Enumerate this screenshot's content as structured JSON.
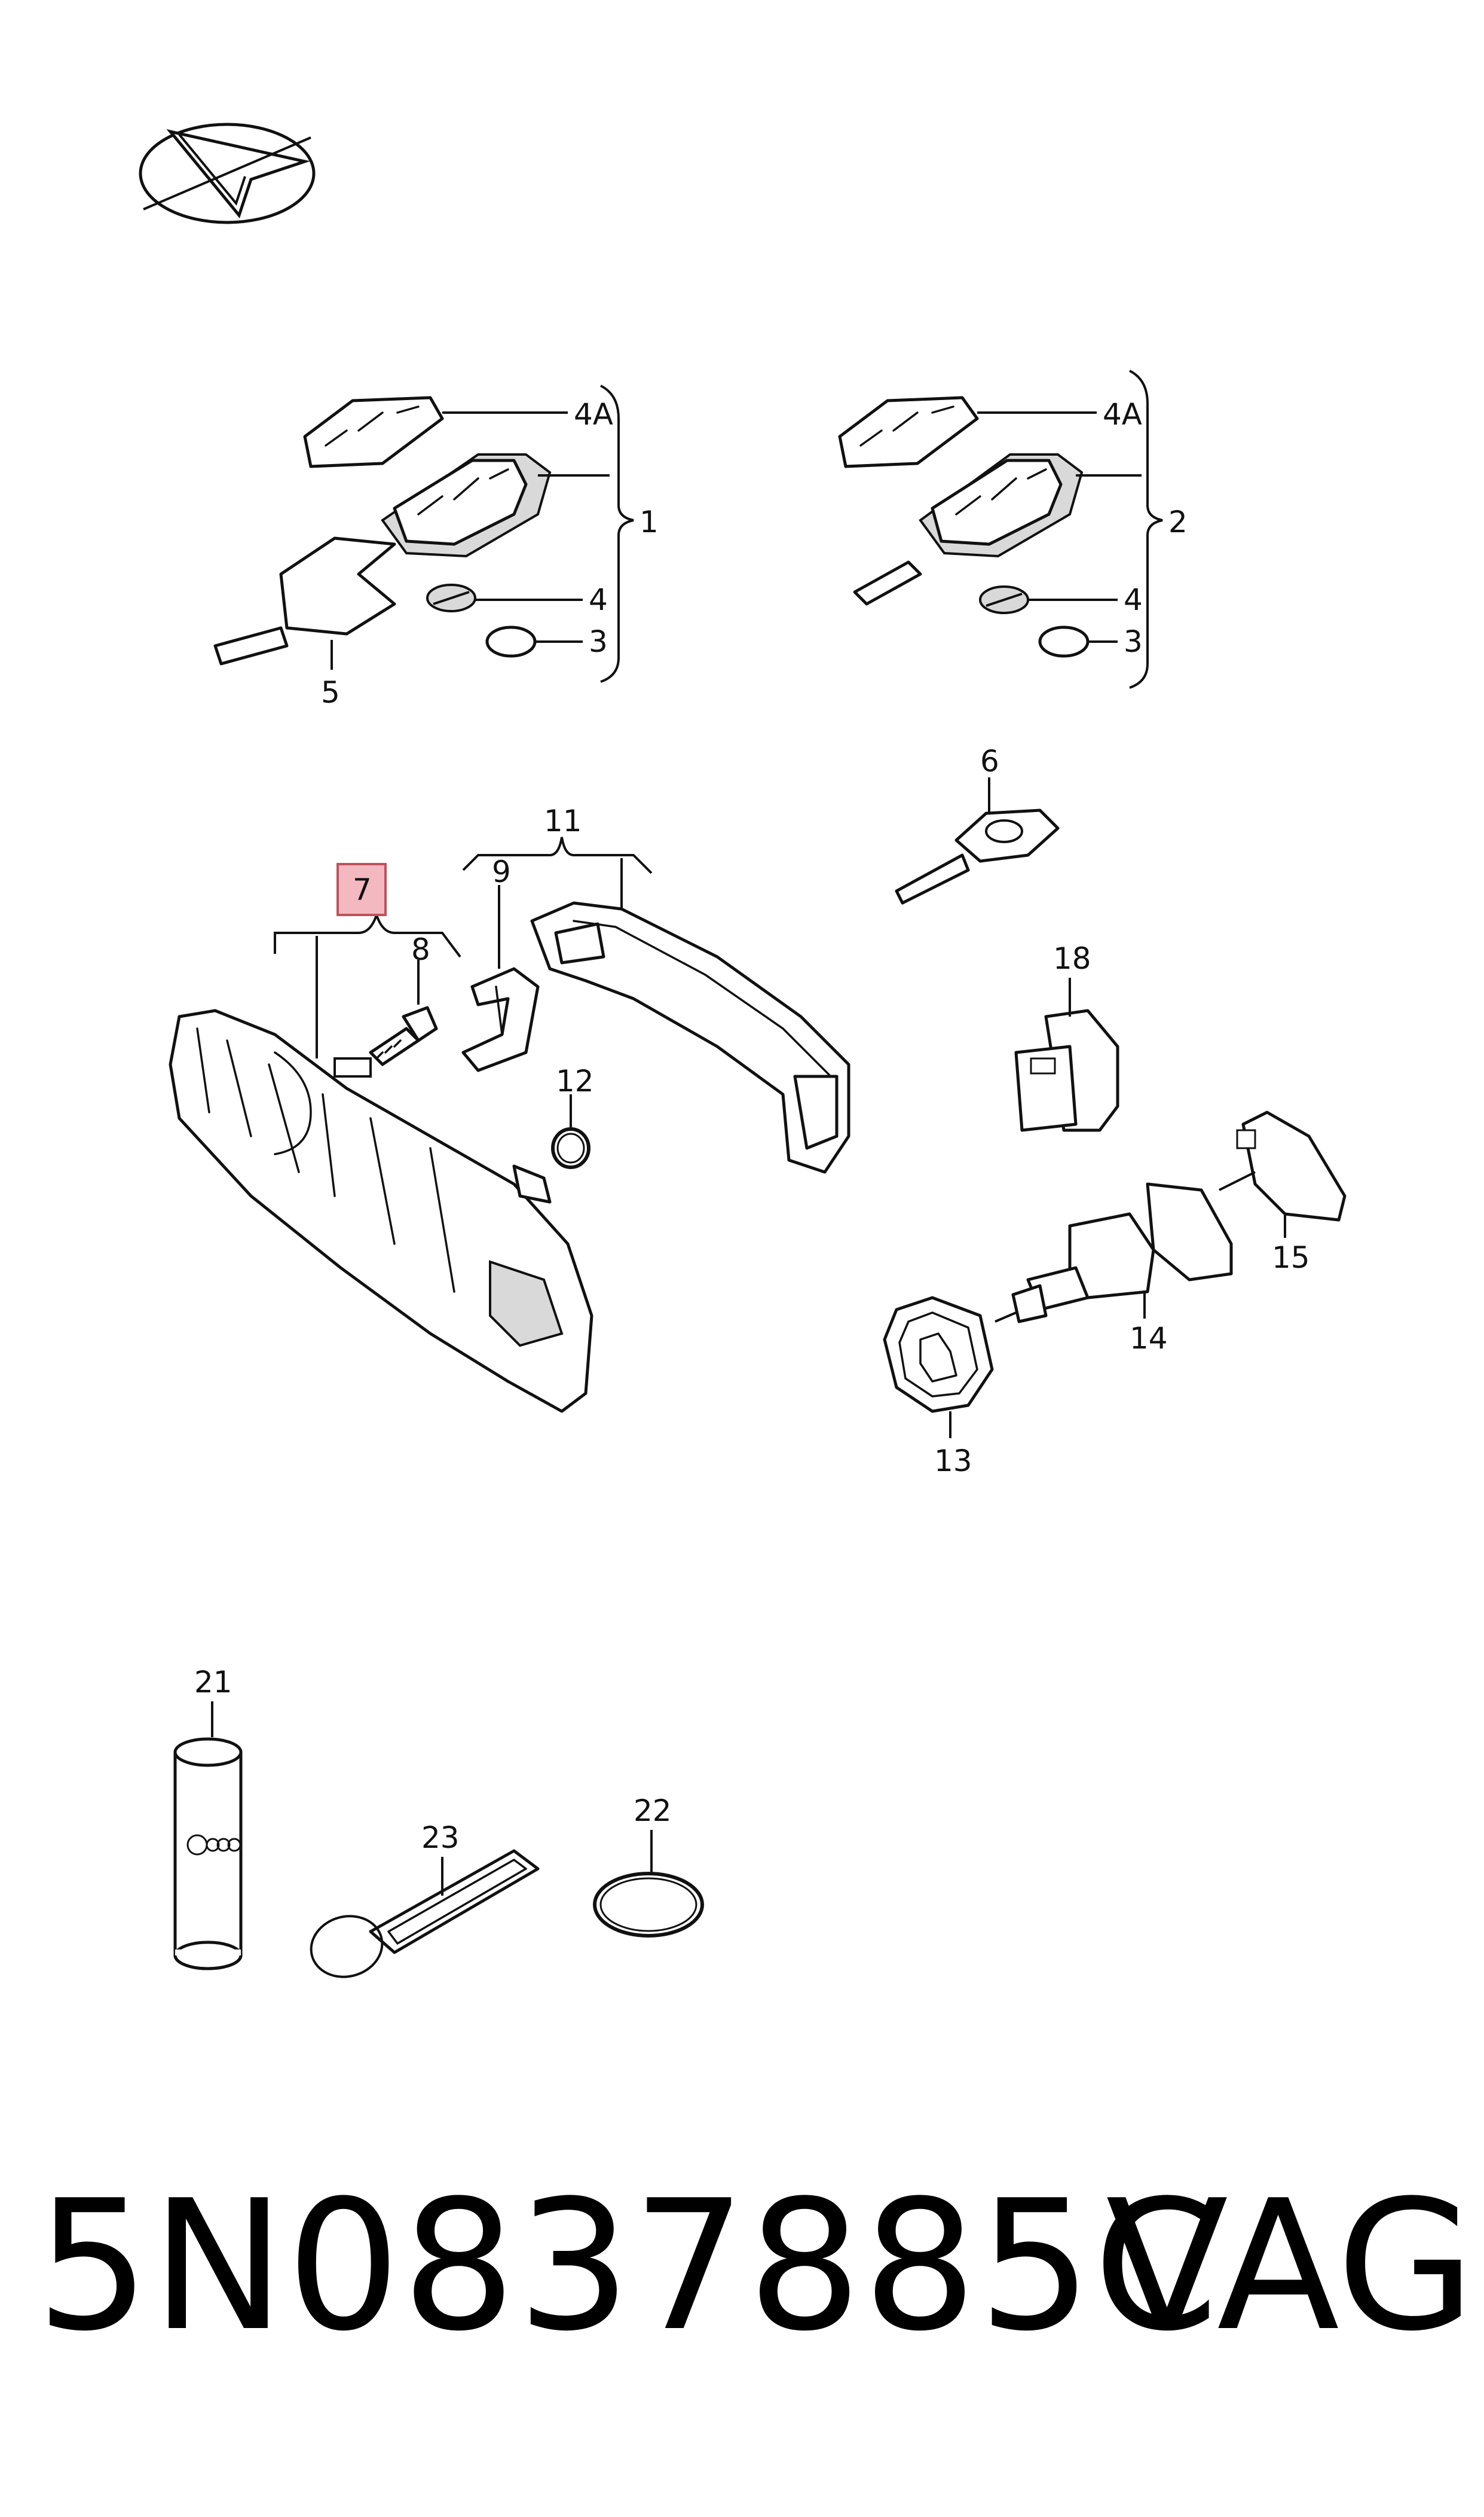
{
  "callouts": {
    "c1": "1",
    "c2": "2",
    "c3a": "3",
    "c3b": "3",
    "c4a": "4",
    "c4b": "4",
    "c4Aa": "4A",
    "c4Ab": "4A",
    "c5": "5",
    "c6": "6",
    "c7": "7",
    "c8": "8",
    "c9": "9",
    "c11": "11",
    "c12": "12",
    "c13": "13",
    "c14": "14",
    "c15": "15",
    "c18": "18",
    "c21": "21",
    "c22": "22",
    "c23": "23"
  },
  "highlight_color": "#f4b8c0",
  "footer": {
    "part_number": "5N0837885C",
    "brand": "VAG"
  }
}
